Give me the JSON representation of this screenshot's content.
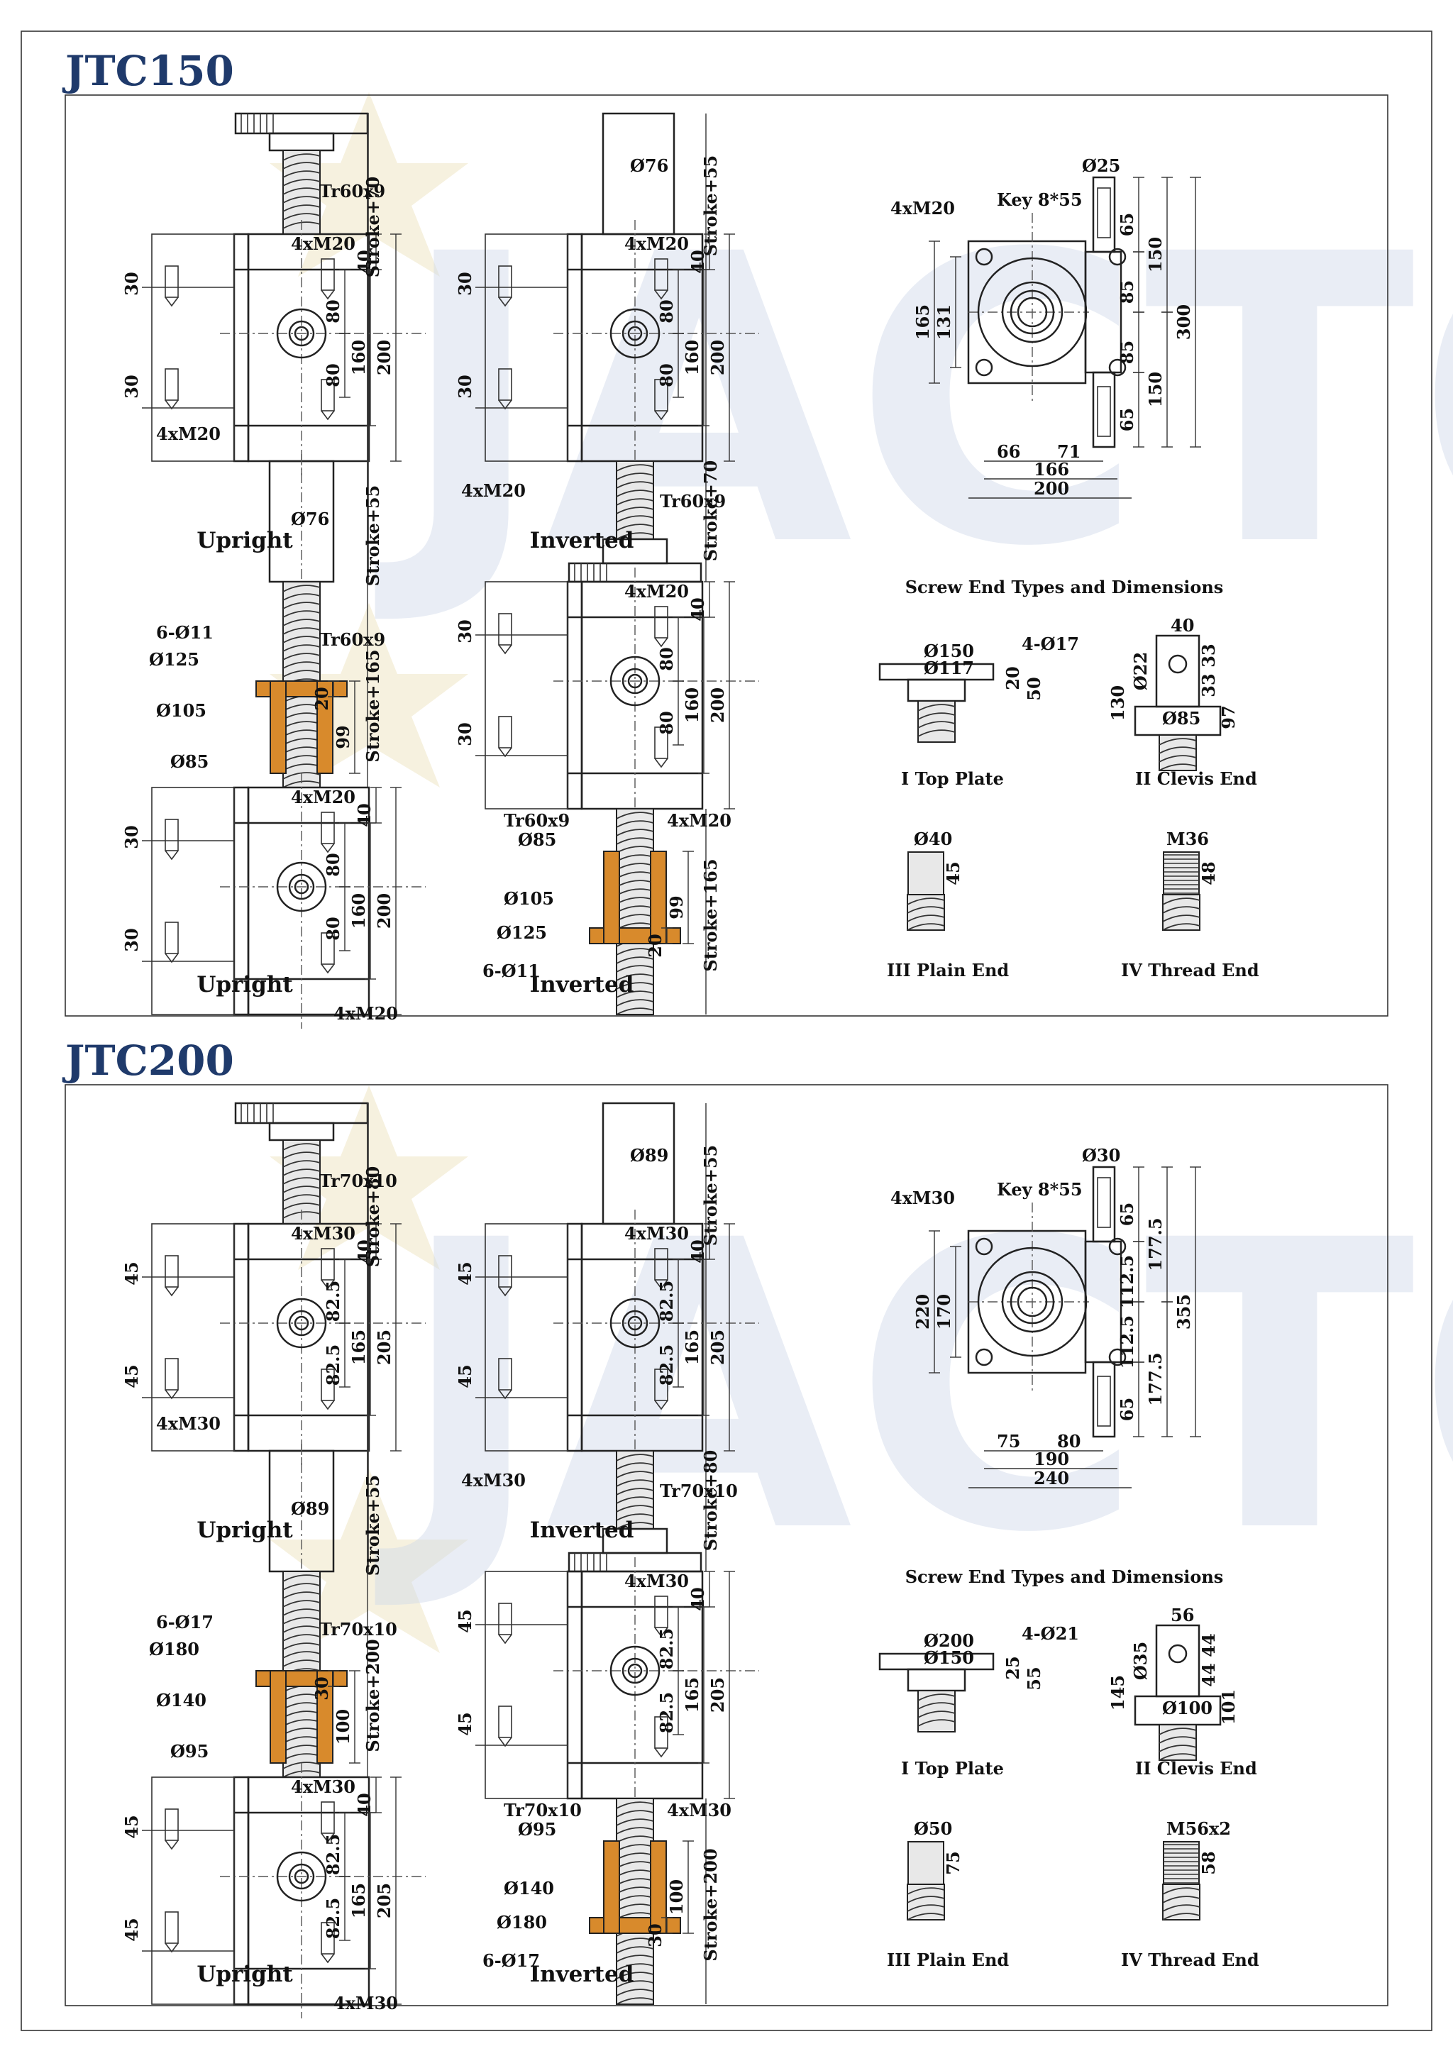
{
  "watermark": "JACTON",
  "sections": [
    {
      "model": "JTC150",
      "views": {
        "upright_label": "Upright",
        "inverted_label": "Inverted",
        "screw_end_heading": "Screw End Types and Dimensions"
      },
      "upright_top": {
        "thread": "Tr60x9",
        "bolt": "4xM20",
        "bolt_bottom": "4xM20",
        "stroke_top": "Stroke+70",
        "stroke_bottom": "Stroke+55",
        "dia": "Ø76",
        "h_top": "40",
        "h_upper": "80",
        "h_lower": "80",
        "h_mid": "160",
        "h_total": "200",
        "side_upper": "30",
        "side_lower": "30"
      },
      "inverted_top": {
        "dia": "Ø76",
        "stroke_top": "Stroke+55",
        "bolt": "4xM20",
        "bolt_bottom": "4xM20",
        "thread": "Tr60x9",
        "stroke_bottom": "Stroke+70",
        "h_top": "40",
        "h_upper": "80",
        "h_lower": "80",
        "h_mid": "160",
        "h_total": "200",
        "side_upper": "30",
        "side_lower": "30"
      },
      "top_view": {
        "bolt": "4xM20",
        "key": "Key 8*55",
        "shaft": "Ø25",
        "v65a": "65",
        "v150a": "150",
        "v85a": "85",
        "v300": "300",
        "v85b": "85",
        "v150b": "150",
        "v65b": "65",
        "h165": "165",
        "h131": "131",
        "w66": "66",
        "w71": "71",
        "w166": "166",
        "w200": "200"
      },
      "upright_nut": {
        "holes": "6-Ø11",
        "d_flange": "Ø125",
        "thread": "Tr60x9",
        "d_body": "Ø105",
        "d_inner": "Ø85",
        "flange_h": "20",
        "nut_h": "99",
        "stroke": "Stroke+165",
        "bolt": "4xM20",
        "bolt_bottom": "4xM20",
        "h_top": "40",
        "h_upper": "80",
        "h_lower": "80",
        "h_mid": "160",
        "h_total": "200",
        "side_upper": "30",
        "side_lower": "30"
      },
      "inverted_nut": {
        "bolt": "4xM20",
        "bolt_bottom": "4xM20",
        "thread": "Tr60x9",
        "d_inner": "Ø85",
        "d_body": "Ø105",
        "d_flange": "Ø125",
        "holes": "6-Ø11",
        "nut_h": "99",
        "flange_h": "20",
        "stroke": "Stroke+165",
        "h_top": "40",
        "h_upper": "80",
        "h_lower": "80",
        "h_mid": "160",
        "h_total": "200",
        "side_upper": "30",
        "side_lower": "30"
      },
      "ends": {
        "top_plate": {
          "label": "I  Top Plate",
          "d1": "Ø150",
          "d2": "Ø117",
          "holes": "4-Ø17",
          "h1": "20",
          "h2": "50"
        },
        "clevis": {
          "label": "II  Clevis End",
          "w": "40",
          "pin": "Ø22",
          "d": "Ø85",
          "h_total": "130",
          "h1": "33",
          "h2": "33",
          "h3": "97"
        },
        "plain": {
          "label": "III  Plain End",
          "d": "Ø40",
          "h": "45"
        },
        "thread": {
          "label": "IV  Thread End",
          "t": "M36",
          "h": "48"
        }
      }
    },
    {
      "model": "JTC200",
      "views": {
        "upright_label": "Upright",
        "inverted_label": "Inverted",
        "screw_end_heading": "Screw End Types and Dimensions"
      },
      "upright_top": {
        "thread": "Tr70x10",
        "bolt": "4xM30",
        "bolt_bottom": "4xM30",
        "stroke_top": "Stroke+80",
        "stroke_bottom": "Stroke+55",
        "dia": "Ø89",
        "h_top": "40",
        "h_upper": "82.5",
        "h_lower": "82.5",
        "h_mid": "165",
        "h_total": "205",
        "side_upper": "45",
        "side_lower": "45"
      },
      "inverted_top": {
        "dia": "Ø89",
        "stroke_top": "Stroke+55",
        "bolt": "4xM30",
        "bolt_bottom": "4xM30",
        "thread": "Tr70x10",
        "stroke_bottom": "Stroke+80",
        "h_top": "40",
        "h_upper": "82.5",
        "h_lower": "82.5",
        "h_mid": "165",
        "h_total": "205",
        "side_upper": "45",
        "side_lower": "45"
      },
      "top_view": {
        "bolt": "4xM30",
        "key": "Key 8*55",
        "shaft": "Ø30",
        "v65a": "65",
        "v150a": "177.5",
        "v85a": "112.5",
        "v300": "355",
        "v85b": "112.5",
        "v150b": "177.5",
        "v65b": "65",
        "h165": "220",
        "h131": "170",
        "w66": "75",
        "w71": "80",
        "w166": "190",
        "w200": "240"
      },
      "upright_nut": {
        "holes": "6-Ø17",
        "d_flange": "Ø180",
        "thread": "Tr70x10",
        "d_body": "Ø140",
        "d_inner": "Ø95",
        "flange_h": "30",
        "nut_h": "100",
        "stroke": "Stroke+200",
        "bolt": "4xM30",
        "bolt_bottom": "4xM30",
        "h_top": "40",
        "h_upper": "82.5",
        "h_lower": "82.5",
        "h_mid": "165",
        "h_total": "205",
        "side_upper": "45",
        "side_lower": "45"
      },
      "inverted_nut": {
        "bolt": "4xM30",
        "bolt_bottom": "4xM30",
        "thread": "Tr70x10",
        "d_inner": "Ø95",
        "d_body": "Ø140",
        "d_flange": "Ø180",
        "holes": "6-Ø17",
        "nut_h": "100",
        "flange_h": "30",
        "stroke": "Stroke+200",
        "h_top": "40",
        "h_upper": "82.5",
        "h_lower": "82.5",
        "h_mid": "165",
        "h_total": "205",
        "side_upper": "45",
        "side_lower": "45"
      },
      "ends": {
        "top_plate": {
          "label": "I  Top Plate",
          "d1": "Ø200",
          "d2": "Ø150",
          "holes": "4-Ø21",
          "h1": "25",
          "h2": "55"
        },
        "clevis": {
          "label": "II  Clevis End",
          "w": "56",
          "pin": "Ø35",
          "d": "Ø100",
          "h_total": "145",
          "h1": "44",
          "h2": "44",
          "h3": "101"
        },
        "plain": {
          "label": "III  Plain End",
          "d": "Ø50",
          "h": "75"
        },
        "thread": {
          "label": "IV  Thread End",
          "t": "M56x2",
          "h": "58"
        }
      }
    }
  ]
}
